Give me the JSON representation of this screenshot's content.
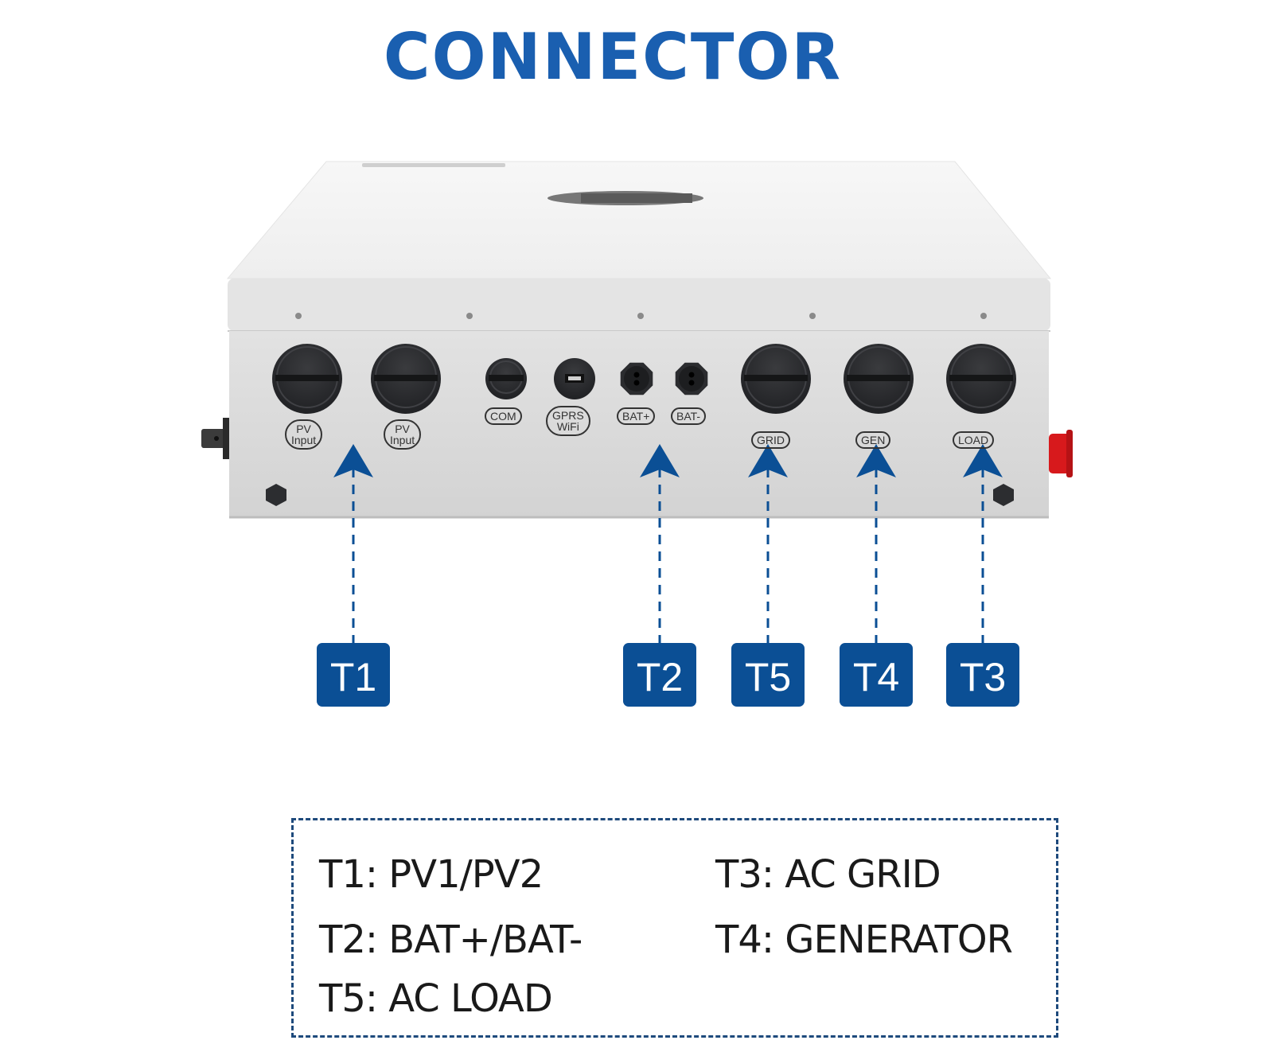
{
  "title": "CONNECTOR",
  "colors": {
    "title": "#1a5fb0",
    "tag_fill": "#0b4f95",
    "arrow": "#0b4f95",
    "legend_border": "#1e4a7c",
    "device_body": "#f3f3f3",
    "device_front": "#d9d9d9",
    "port_cap": "#2d2e30",
    "red_switch": "#d7191c"
  },
  "device": {
    "ports": [
      {
        "id": "pv1",
        "label_lines": [
          "PV",
          "Input"
        ],
        "type": "large-cap"
      },
      {
        "id": "pv2",
        "label_lines": [
          "PV",
          "Input"
        ],
        "type": "large-cap"
      },
      {
        "id": "com",
        "label_lines": [
          "COM"
        ],
        "type": "small-cap"
      },
      {
        "id": "gprs-wifi",
        "label_lines": [
          "GPRS",
          "WiFi"
        ],
        "type": "usb"
      },
      {
        "id": "bat-plus",
        "label_lines": [
          "BAT+"
        ],
        "type": "battery"
      },
      {
        "id": "bat-minus",
        "label_lines": [
          "BAT-"
        ],
        "type": "battery"
      },
      {
        "id": "grid",
        "label_lines": [
          "GRID"
        ],
        "type": "large-cap"
      },
      {
        "id": "gen",
        "label_lines": [
          "GEN"
        ],
        "type": "large-cap"
      },
      {
        "id": "load",
        "label_lines": [
          "LOAD"
        ],
        "type": "large-cap"
      }
    ]
  },
  "tags": [
    {
      "label": "T1",
      "points_to": "PV Input"
    },
    {
      "label": "T2",
      "points_to": "BAT+/BAT-"
    },
    {
      "label": "T5",
      "points_to": "GRID"
    },
    {
      "label": "T4",
      "points_to": "GEN"
    },
    {
      "label": "T3",
      "points_to": "LOAD"
    }
  ],
  "legend": {
    "items": [
      {
        "text": "T1: PV1/PV2"
      },
      {
        "text": "T3: AC GRID"
      },
      {
        "text": "T2: BAT+/BAT-"
      },
      {
        "text": "T4: GENERATOR"
      },
      {
        "text": "T5: AC LOAD"
      }
    ]
  }
}
